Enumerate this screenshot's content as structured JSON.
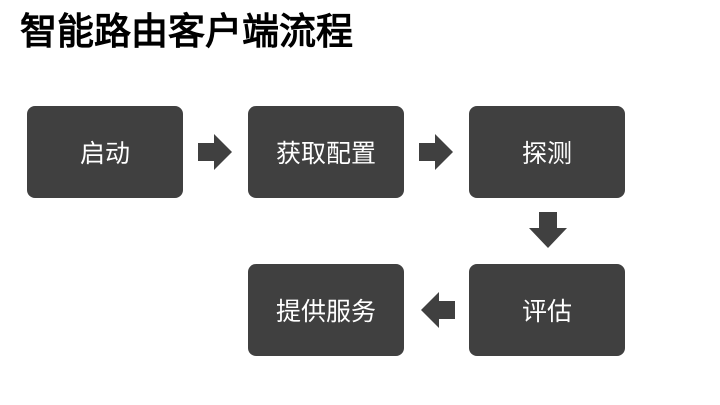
{
  "title": "智能路由客户端流程",
  "steps": [
    {
      "label": "启动"
    },
    {
      "label": "获取配置"
    },
    {
      "label": "探测"
    },
    {
      "label": "评估"
    },
    {
      "label": "提供服务"
    }
  ],
  "colors": {
    "box": "#404040",
    "box_text": "#ffffff",
    "arrow": "#404040",
    "title": "#000000"
  },
  "arrows": [
    {
      "from": "启动",
      "to": "获取配置",
      "direction": "right"
    },
    {
      "from": "获取配置",
      "to": "探测",
      "direction": "right"
    },
    {
      "from": "探测",
      "to": "评估",
      "direction": "down"
    },
    {
      "from": "评估",
      "to": "提供服务",
      "direction": "left"
    }
  ]
}
